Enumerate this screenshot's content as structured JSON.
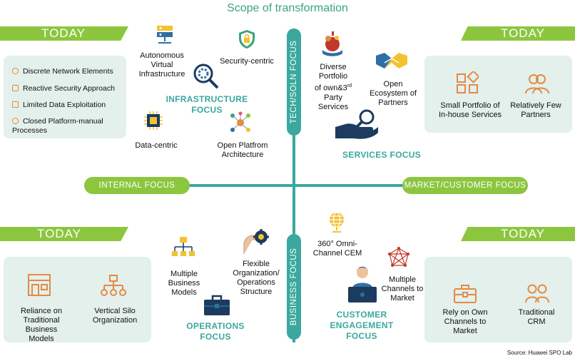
{
  "title": "Scope of transformation",
  "today": "TODAY",
  "axes": {
    "tech": "TECH/SOLN FOCUS",
    "business": "BUSINESS FOCUS",
    "internal": "INTERNAL FOCUS",
    "market": "MARKET/CUSTOMER FOCUS"
  },
  "infrastructure": {
    "focus_line1": "INFRASTRUCTURE",
    "focus_line2": "FOCUS",
    "items": [
      "Autonomous Virtual Infrastructure",
      "Security-centric",
      "Data-centric",
      "Open Platfrom Architecture"
    ],
    "today_items": [
      "Discrete Network Elements",
      "Reactive Security Approach",
      "Limited Data Exploitation",
      "Closed Platform-manual Processes"
    ]
  },
  "services": {
    "focus": "SERVICES FOCUS",
    "diverse": [
      "Diverse",
      "Portfolio",
      "of own&3",
      "rd",
      "Party",
      "Services"
    ],
    "ecosystem": "Open Ecosystem of Partners",
    "today_items": [
      "Small Portfolio of In-house Services",
      "Relatively Few Partners"
    ]
  },
  "operations": {
    "focus_line1": "OPERATIONS",
    "focus_line2": "FOCUS",
    "items": [
      "Multiple Business Models",
      "Flexible Organization/ Operations Structure"
    ],
    "today_items": [
      "Reliance on Traditional Business Models",
      "Vertical Silo Organization"
    ]
  },
  "customer": {
    "focus_line1": "CUSTOMER",
    "focus_line2": "ENGAGEMENT",
    "focus_line3": "FOCUS",
    "items": [
      "360° Omni-Channel CEM",
      "Multiple Channels to Market"
    ],
    "today_items": [
      "Rely on Own Channels to Market",
      "Traditional CRM"
    ]
  },
  "source": "Source: Huawei SPO Lab",
  "colors": {
    "green": "#8cc63f",
    "teal": "#3aa89e",
    "orange": "#e58a45",
    "panel": "#e3f0ec"
  }
}
